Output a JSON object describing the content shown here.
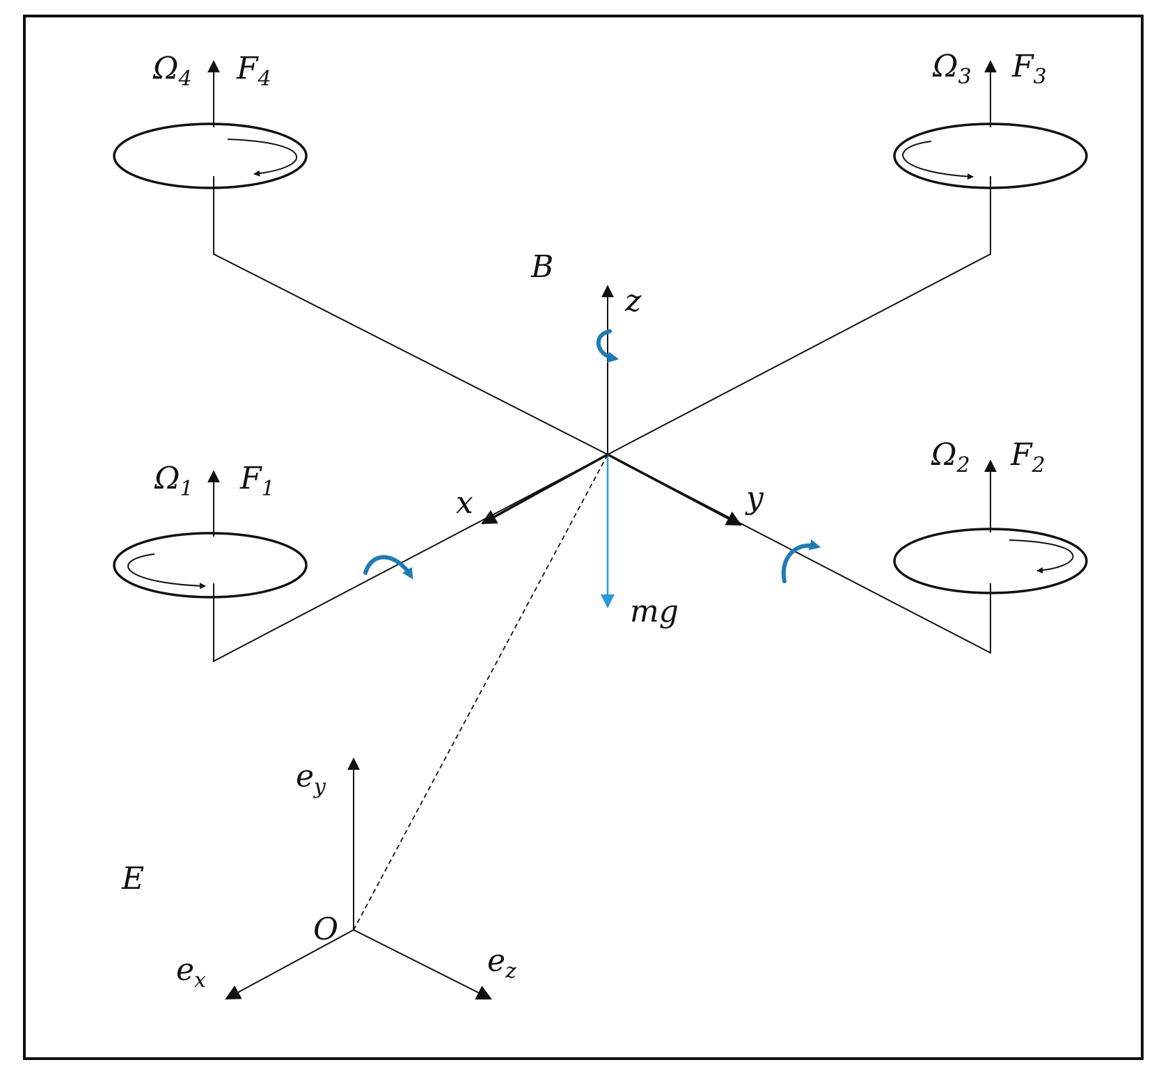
{
  "colors": {
    "ink": "#111111",
    "accent": "#1f7bb6",
    "gravity": "#2a9ad6",
    "background": "#ffffff"
  },
  "frames": {
    "body": "B",
    "earth": "E",
    "origin": "O"
  },
  "body_axes": {
    "x": "x",
    "y": "y",
    "z": "z"
  },
  "earth_axes": {
    "ex": {
      "base": "e",
      "sub": "x"
    },
    "ey": {
      "base": "e",
      "sub": "y"
    },
    "ez": {
      "base": "e",
      "sub": "z"
    }
  },
  "gravity_label": "mg",
  "rotors": [
    {
      "omega": "Ω",
      "omega_sub": "1",
      "force": "F",
      "force_sub": "1"
    },
    {
      "omega": "Ω",
      "omega_sub": "2",
      "force": "F",
      "force_sub": "2"
    },
    {
      "omega": "Ω",
      "omega_sub": "3",
      "force": "F",
      "force_sub": "3"
    },
    {
      "omega": "Ω",
      "omega_sub": "4",
      "force": "F",
      "force_sub": "4"
    }
  ]
}
